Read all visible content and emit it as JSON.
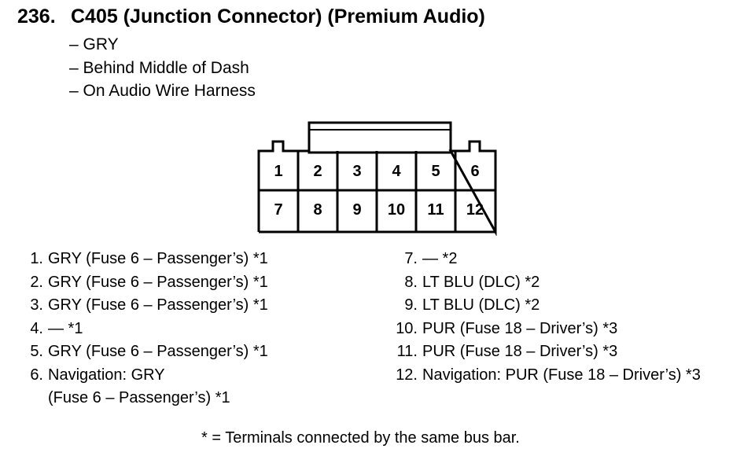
{
  "header": {
    "number": "236.",
    "title": "C405 (Junction Connector) (Premium Audio)",
    "details": [
      "– GRY",
      "– Behind Middle of Dash",
      "– On Audio Wire Harness"
    ]
  },
  "connector": {
    "top_row": [
      "1",
      "2",
      "3",
      "4",
      "5",
      "6"
    ],
    "bottom_row": [
      "7",
      "8",
      "9",
      "10",
      "11",
      "12"
    ]
  },
  "pins_left": [
    {
      "num": "1.",
      "text": "GRY (Fuse 6 – Passenger’s) *1"
    },
    {
      "num": "2.",
      "text": "GRY (Fuse 6 – Passenger’s) *1"
    },
    {
      "num": "3.",
      "text": "GRY (Fuse 6 – Passenger’s) *1"
    },
    {
      "num": "4.",
      "text": "— *1"
    },
    {
      "num": "5.",
      "text": "GRY (Fuse 6 – Passenger’s) *1"
    },
    {
      "num": "6.",
      "text": "Navigation: GRY",
      "cont": "(Fuse 6 – Passenger’s) *1"
    }
  ],
  "pins_right": [
    {
      "num": "7.",
      "text": "— *2"
    },
    {
      "num": "8.",
      "text": "LT BLU (DLC) *2"
    },
    {
      "num": "9.",
      "text": "LT BLU (DLC) *2"
    },
    {
      "num": "10.",
      "text": "PUR (Fuse 18 – Driver’s) *3"
    },
    {
      "num": "11.",
      "text": "PUR (Fuse 18 – Driver’s) *3"
    },
    {
      "num": "12.",
      "text": "Navigation: PUR (Fuse 18 – Driver’s) *3"
    }
  ],
  "footnote": "* = Terminals connected by the same bus bar."
}
